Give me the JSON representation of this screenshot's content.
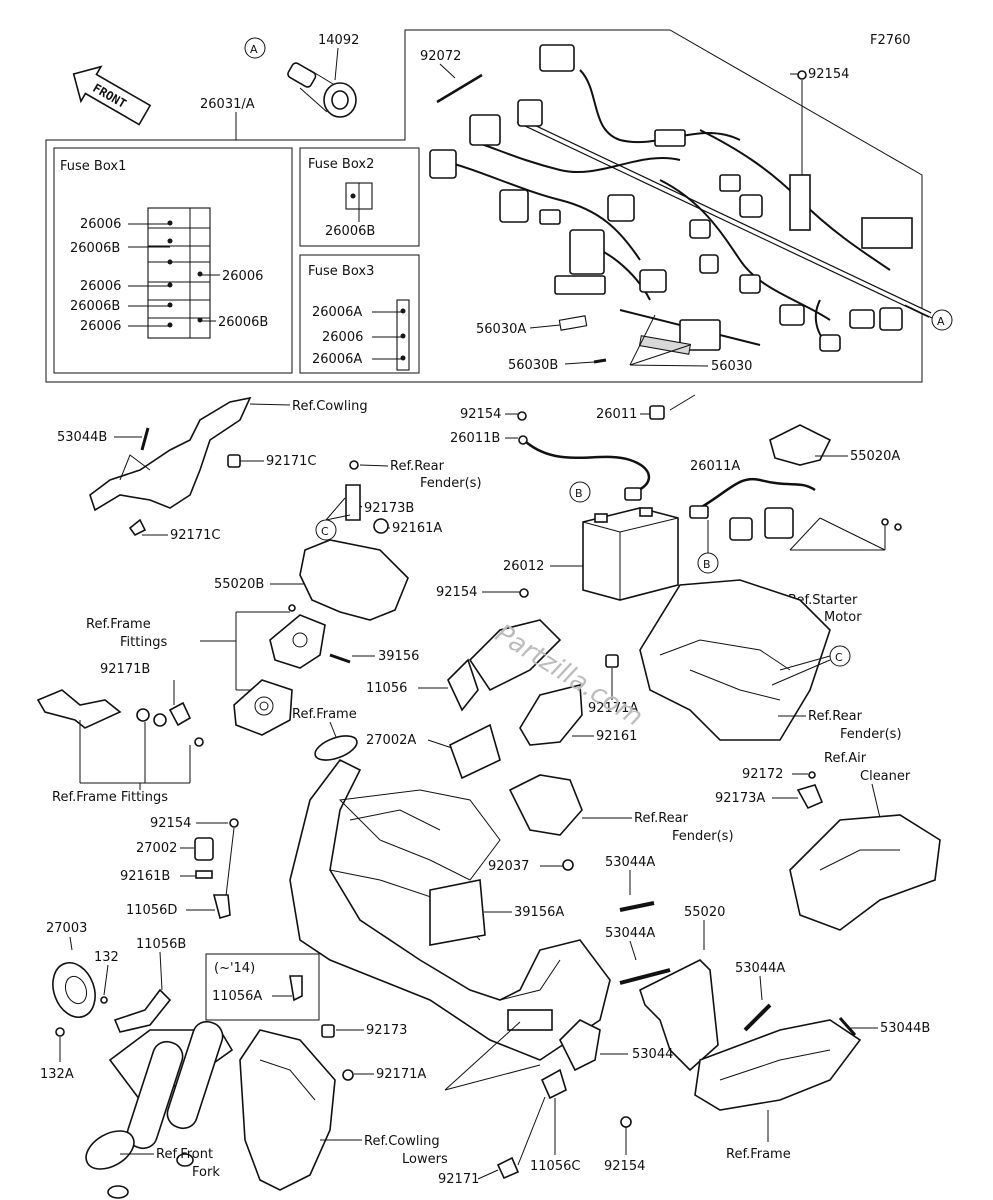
{
  "diagram_code": "F2760",
  "front_arrow": "FRONT",
  "fuse_boxes": {
    "box1": {
      "title": "Fuse Box1",
      "labels": [
        "26006",
        "26006B",
        "26006",
        "26006B",
        "26006",
        "26006",
        "26006B"
      ]
    },
    "box2": {
      "title": "Fuse Box2",
      "labels": [
        "26006B"
      ]
    },
    "box3": {
      "title": "Fuse Box3",
      "labels": [
        "26006A",
        "26006",
        "26006A"
      ]
    }
  },
  "parts": {
    "p14092": "14092",
    "p26031a": "26031/A",
    "p92072": "92072",
    "p92154_top": "92154",
    "p56030a": "56030A",
    "p56030b": "56030B",
    "p56030": "56030",
    "p26011": "26011",
    "p92154_2": "92154",
    "p26011b": "26011B",
    "p53044b_1": "53044B",
    "p92171c_1": "92171C",
    "p92171c_2": "92171C",
    "p92173b": "92173B",
    "p92161a": "92161A",
    "p55020a": "55020A",
    "p26011a": "26011A",
    "p26012": "26012",
    "p55020b": "55020B",
    "p92154_3": "92154",
    "p39156": "39156",
    "p11056": "11056",
    "p92171a_1": "92171A",
    "p92171b": "92171B",
    "p27002a": "27002A",
    "p92161": "92161",
    "p92172": "92172",
    "p92173a": "92173A",
    "p92154_4": "92154",
    "p27002": "27002",
    "p92161b": "92161B",
    "p11056d": "11056D",
    "p92037": "92037",
    "p53044a_1": "53044A",
    "p39156a": "39156A",
    "p27003": "27003",
    "p132": "132",
    "p11056b": "11056B",
    "p53044a_2": "53044A",
    "p55020": "55020",
    "p53044a_3": "53044A",
    "p53044b_2": "53044B",
    "p132a": "132A",
    "p11056a": "11056A",
    "p92173": "92173",
    "p92171a_2": "92171A",
    "p53044": "53044",
    "p92171": "92171",
    "p11056c": "11056C",
    "p92154_5": "92154"
  },
  "variant_note": "(~'14)",
  "refs": {
    "cowling": "Ref.Cowling",
    "rear_fender_1": [
      "Ref.Rear",
      "Fender(s)"
    ],
    "starter_motor": [
      "Ref.Starter",
      "Motor"
    ],
    "frame_fittings_1": [
      "Ref.Frame",
      "Fittings"
    ],
    "frame_1": "Ref.Frame",
    "rear_fender_2": [
      "Ref.Rear",
      "Fender(s)"
    ],
    "air_cleaner": [
      "Ref.Air",
      "Cleaner"
    ],
    "frame_fittings_2": "Ref.Frame Fittings",
    "rear_fender_3": [
      "Ref.Rear",
      "Fender(s)"
    ],
    "cowling_lowers": [
      "Ref.Cowling",
      "Lowers"
    ],
    "front_fork": [
      "Ref.Front",
      "Fork"
    ],
    "frame_2": "Ref.Frame"
  },
  "callouts": {
    "a": "A",
    "b": "B",
    "c": "C"
  },
  "watermark": "Partzilla.com"
}
